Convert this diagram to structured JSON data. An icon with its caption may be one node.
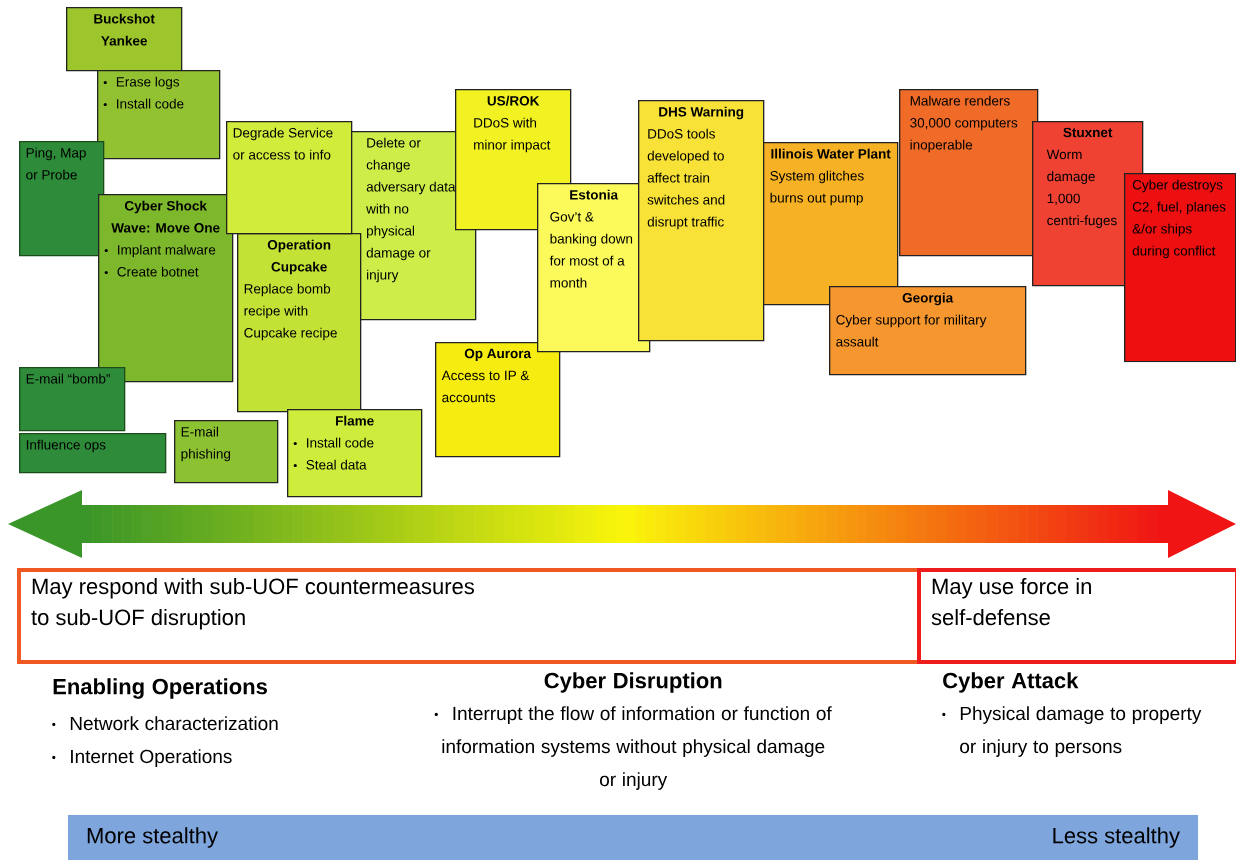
{
  "diagram": {
    "nodes": [
      {
        "text": [
          "Buckshot Yankee"
        ]
      },
      {
        "text": [
          "Erase logs",
          "Install code"
        ]
      },
      {
        "text": [
          "Ping, Map or Probe"
        ]
      },
      {
        "text": [
          "Cyber Shock Wave: Move One",
          "Implant malware",
          "Create botnet"
        ]
      },
      {
        "text": [
          "Degrade Service or access to info"
        ]
      },
      {
        "text": [
          "Delete or change adversary data with no physical damage or injury"
        ]
      },
      {
        "text": [
          "Operation Cupcake",
          "Replace bomb recipe with Cupcake recipe"
        ]
      },
      {
        "text": [
          "E-mail “bomb”"
        ]
      },
      {
        "text": [
          "Influence ops"
        ]
      },
      {
        "text": [
          "E-mail phishing"
        ]
      },
      {
        "text": [
          "Flame",
          "Install code",
          "Steal data"
        ]
      },
      {
        "text": [
          "US/ROK",
          "DDoS with minor impact"
        ]
      },
      {
        "text": [
          "Estonia",
          "Gov’t & banking down for most of a month"
        ]
      },
      {
        "text": [
          "Op Aurora",
          "Access to IP & accounts"
        ]
      },
      {
        "text": [
          "DHS Warning",
          "DDoS tools developed to affect train switches and disrupt traffic"
        ]
      },
      {
        "text": [
          "Illinois Water Plant",
          "System glitches burns out pump"
        ]
      },
      {
        "text": [
          "Georgia",
          "Cyber support for military assault"
        ]
      },
      {
        "text": [
          "Malware renders 30,000 computers inoperable"
        ]
      },
      {
        "text": [
          "Stuxnet",
          "Worm damage 1,000 centri-fuges"
        ]
      },
      {
        "text": [
          "Cyber destroys C2, fuel, planes &/or ships during conflict"
        ]
      },
      {
        "text": [
          "May respond with sub-UOF countermeasures to sub-UOF disruption"
        ]
      },
      {
        "text": [
          "May use force in self-defense"
        ]
      },
      {
        "text": [
          "More stealthy",
          "Less stealthy"
        ]
      }
    ],
    "labels": [
      "Enabling Operations",
      "Network characterization",
      "Internet Operations",
      "Cyber Disruption",
      "Interrupt the flow of information or function of information systems without physical damage or injury",
      "Cyber Attack",
      "Physical damage to property or injury to persons"
    ]
  }
}
